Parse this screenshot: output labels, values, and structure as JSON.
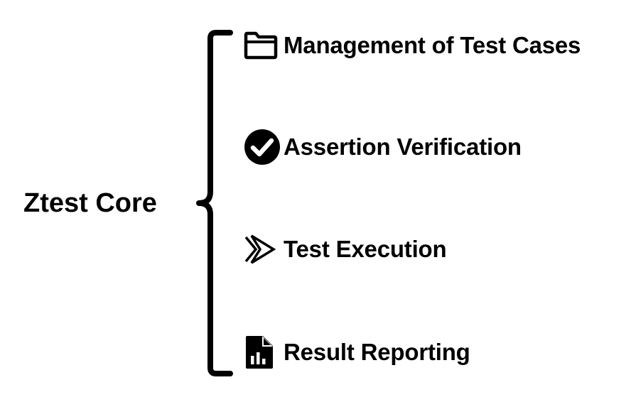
{
  "root": {
    "label": "Ztest Core"
  },
  "items": [
    {
      "label": "Management of Test Cases",
      "icon": "folder-icon"
    },
    {
      "label": "Assertion Verification",
      "icon": "check-circle-icon"
    },
    {
      "label": "Test Execution",
      "icon": "play-outline-icon"
    },
    {
      "label": "Result Reporting",
      "icon": "report-file-icon"
    }
  ]
}
